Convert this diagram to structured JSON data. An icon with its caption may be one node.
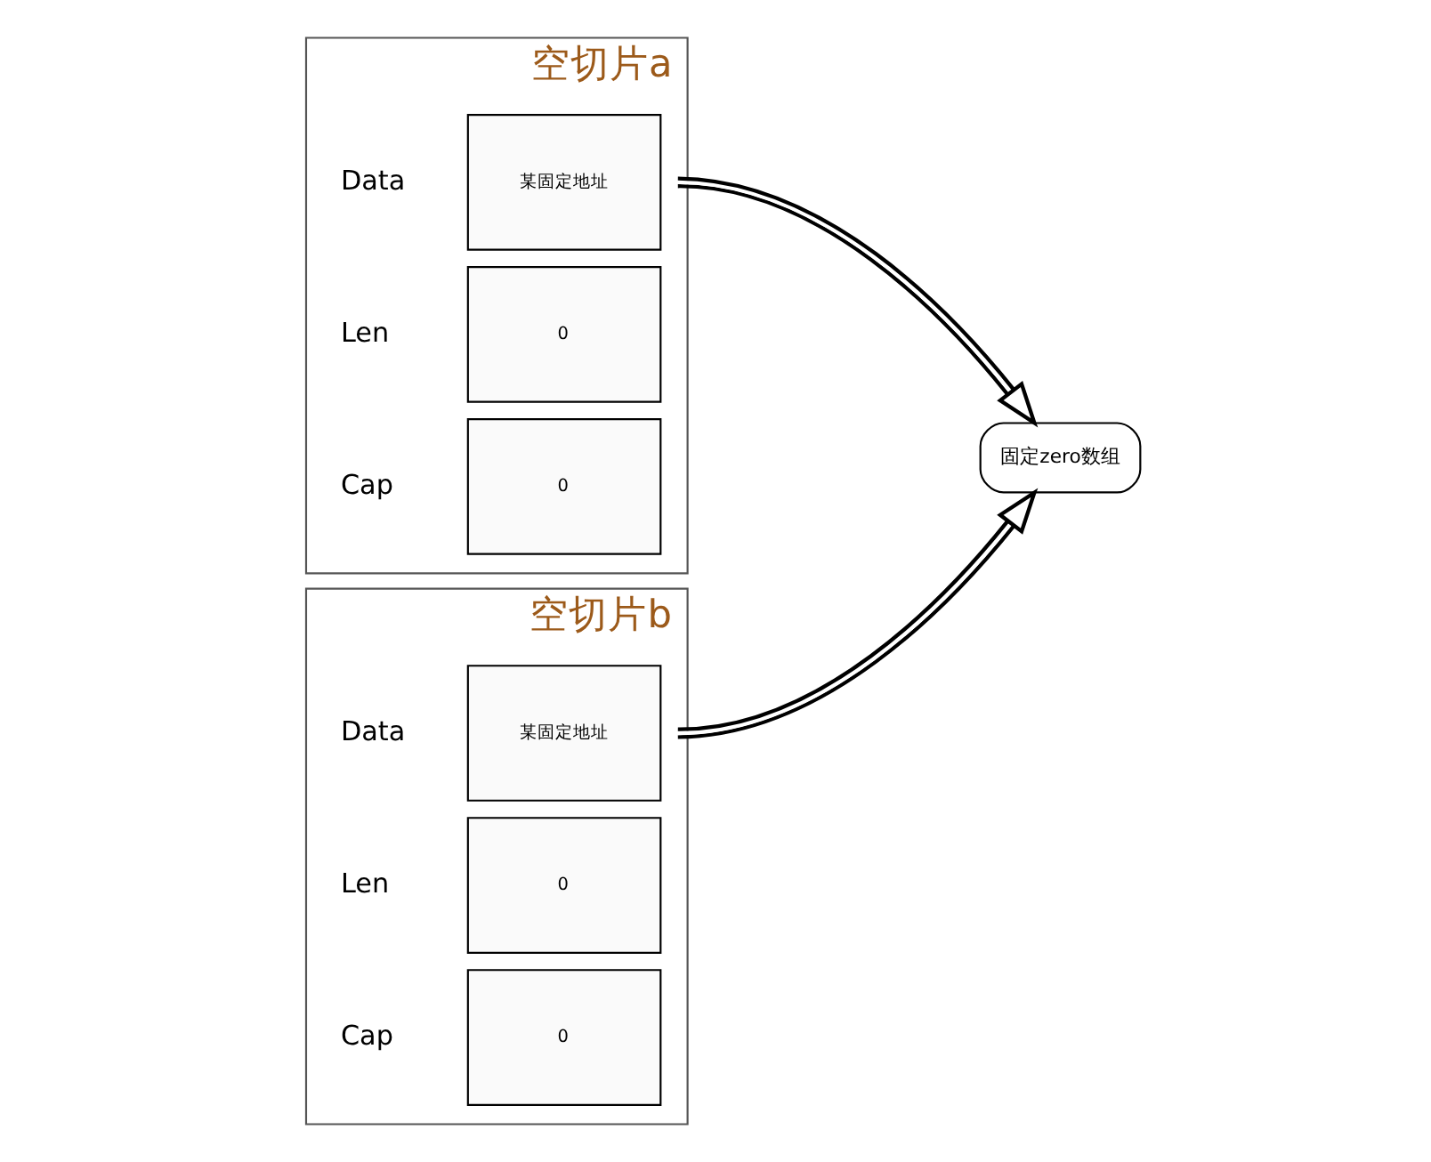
{
  "diagram": {
    "nodes": [
      {
        "text": [
          "空切片a"
        ]
      },
      {
        "text": [
          "某固定地址"
        ],
        "beside": [
          "Data"
        ],
        "in": 0
      },
      {
        "text": [
          "0"
        ],
        "beside": [
          "Len"
        ],
        "in": 0
      },
      {
        "text": [
          "0"
        ],
        "beside": [
          "Cap"
        ],
        "in": 0
      },
      {
        "text": [
          "固定zero数组"
        ]
      },
      {
        "text": [
          "空切片b"
        ]
      },
      {
        "text": [
          "某固定地址"
        ],
        "beside": [
          "Data"
        ],
        "in": 5
      },
      {
        "text": [
          "0"
        ],
        "beside": [
          "Len"
        ],
        "in": 5
      },
      {
        "text": [
          "0"
        ],
        "beside": [
          "Cap"
        ],
        "in": 5
      }
    ],
    "edges": [
      {
        "from": 1,
        "to": 4,
        "arrow": "to"
      },
      {
        "from": 6,
        "to": 4,
        "arrow": "to"
      }
    ]
  }
}
